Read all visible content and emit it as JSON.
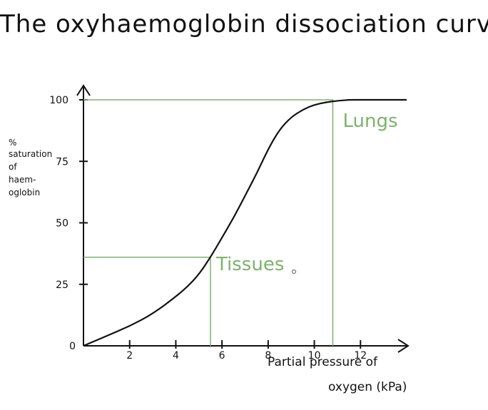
{
  "chart_data": {
    "type": "line",
    "title": "The oxyhaemoglobin dissociation curve",
    "xlabel": [
      "Partial pressure of",
      "oxygen (kPa)"
    ],
    "ylabel": [
      "%",
      "saturation",
      "of",
      "haem-",
      "oglobin"
    ],
    "xlim": [
      0,
      14
    ],
    "ylim": [
      0,
      100
    ],
    "x_ticks": [
      2,
      4,
      6,
      8,
      10,
      12
    ],
    "y_ticks": [
      0,
      25,
      50,
      75,
      100
    ],
    "series": [
      {
        "x": [
          0,
          1,
          2,
          3,
          4,
          4.5,
          5,
          5.5,
          6,
          6.5,
          7,
          7.5,
          8,
          8.5,
          9,
          9.5,
          10,
          10.5,
          11,
          11.5,
          12,
          13,
          14
        ],
        "y": [
          0,
          4,
          8,
          13,
          20,
          24,
          29,
          36,
          44,
          52,
          61,
          70,
          80,
          88,
          93,
          96,
          98,
          99,
          99.6,
          100,
          100,
          100,
          100
        ]
      }
    ],
    "annotations": [
      {
        "text": "Tissues",
        "x": 5.5,
        "y": 36,
        "color": "#7cb36a"
      },
      {
        "text": "Lungs",
        "x": 10.8,
        "y": 100,
        "color": "#7cb36a"
      }
    ],
    "curve_color": "#111111",
    "annotation_color": "#7cb36a",
    "grid": false,
    "legend": "none"
  }
}
